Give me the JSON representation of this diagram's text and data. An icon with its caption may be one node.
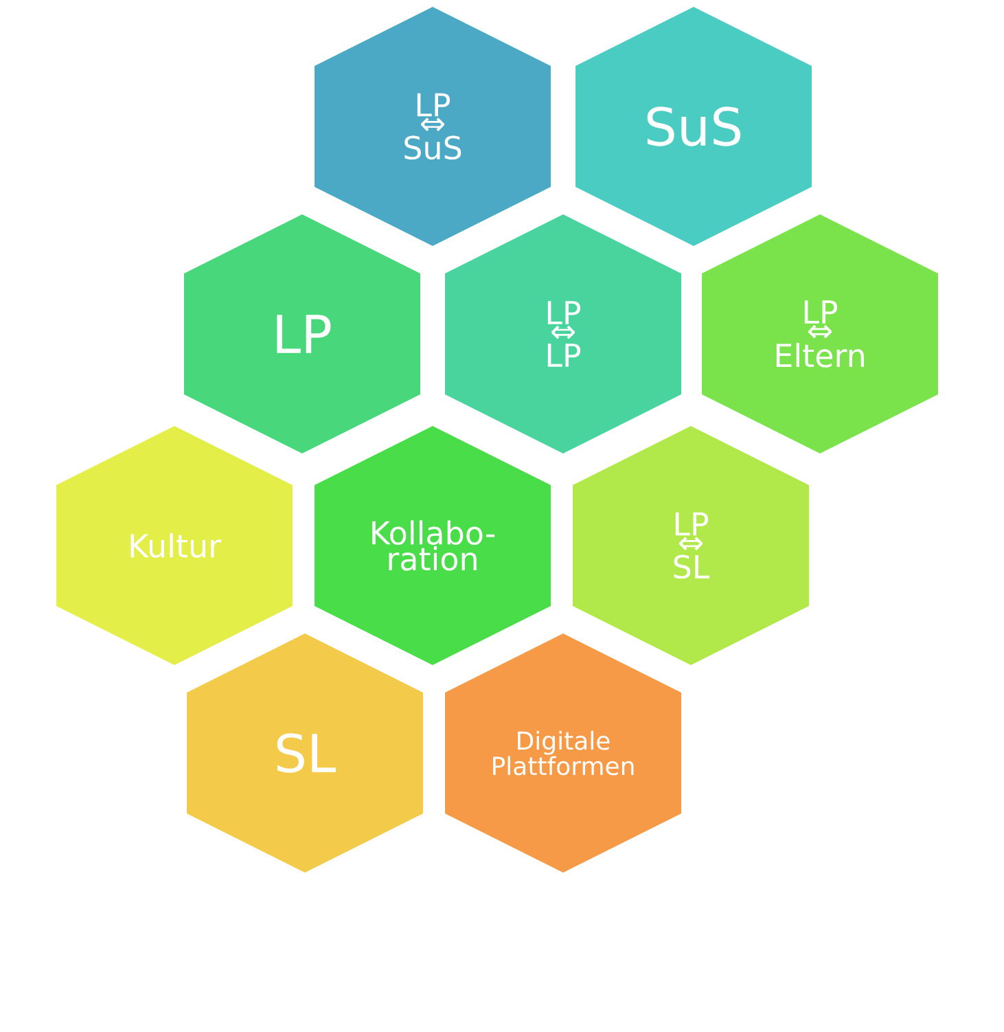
{
  "diagram": {
    "nodes": [
      {
        "text": [
          "LP ⇔ SuS"
        ]
      },
      {
        "text": [
          "SuS"
        ]
      },
      {
        "text": [
          "LP"
        ]
      },
      {
        "text": [
          "LP ⇔ LP"
        ]
      },
      {
        "text": [
          "LP ⇔ Eltern"
        ]
      },
      {
        "text": [
          "Kultur"
        ]
      },
      {
        "text": [
          "Kollabo- ration"
        ]
      },
      {
        "text": [
          "LP ⇔ SL"
        ]
      },
      {
        "text": [
          "SL"
        ]
      },
      {
        "text": [
          "Digitale Plattformen"
        ]
      }
    ]
  }
}
